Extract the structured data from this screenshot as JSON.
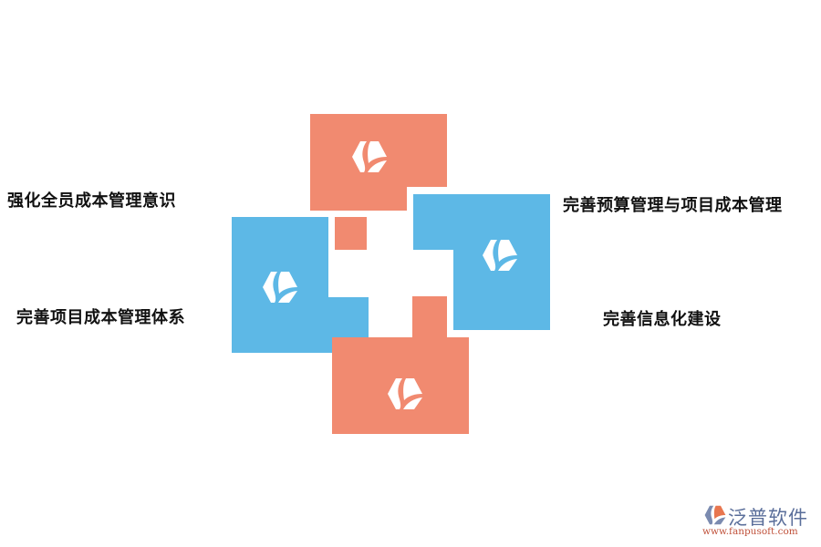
{
  "diagram": {
    "colors": {
      "orange": "#f18a70",
      "blue": "#5db8e6",
      "icon": "#ffffff"
    },
    "labels": {
      "top_left": "强化全员成本管理意识",
      "bottom_left": "完善项目成本管理体系",
      "top_right": "完善预算管理与项目成本管理",
      "bottom_right": "完善信息化建设"
    },
    "blocks": [
      {
        "id": "top",
        "color": "orange",
        "icon": "brand-hexagon-icon"
      },
      {
        "id": "left",
        "color": "blue",
        "icon": "brand-hexagon-icon"
      },
      {
        "id": "right",
        "color": "blue",
        "icon": "brand-hexagon-icon"
      },
      {
        "id": "bottom",
        "color": "orange",
        "icon": "brand-hexagon-icon"
      }
    ]
  },
  "watermark": {
    "brand": "泛普软件",
    "url": "www.fanpusoft.com"
  }
}
